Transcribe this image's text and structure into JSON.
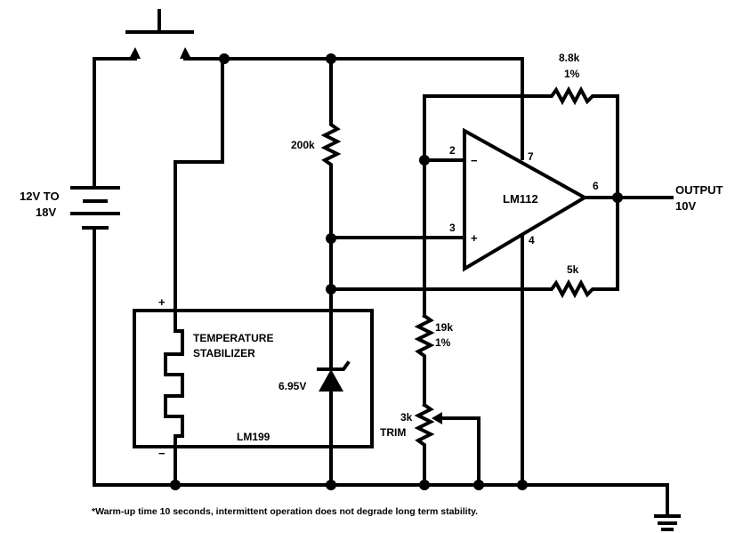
{
  "title": "LM199 / LM112 10V precision reference circuit",
  "supply": {
    "line1": "12V TO",
    "line2": "18V"
  },
  "resistors": {
    "r_200k": "200k",
    "r_feedback": {
      "value": "8.8k",
      "tolerance": "1%"
    },
    "r_5k": "5k",
    "r_19k": {
      "value": "19k",
      "tolerance": "1%"
    },
    "trim": {
      "value": "3k",
      "label": "TRIM"
    }
  },
  "opamp": {
    "name": "LM112",
    "pin_inv": "2",
    "pin_noninv": "3",
    "pin_v_plus": "7",
    "pin_v_minus": "4",
    "pin_out": "6",
    "sign_minus": "−",
    "sign_plus": "+"
  },
  "reference": {
    "heater_line1": "TEMPERATURE",
    "heater_line2": "STABILIZER",
    "zener_voltage": "6.95V",
    "part": "LM199",
    "plus": "+",
    "minus": "−"
  },
  "output": {
    "line1": "OUTPUT",
    "line2": "10V"
  },
  "footnote": "*Warm-up time 10 seconds, intermittent operation does not degrade long term stability."
}
